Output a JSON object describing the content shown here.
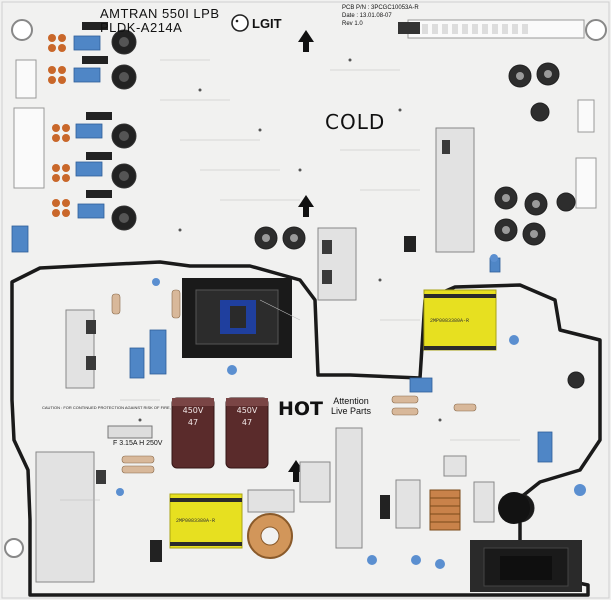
{
  "board": {
    "model": "AMTRAN 550I LPB",
    "part": "PLDK-A214A",
    "logo": "LGIT",
    "pcb_line1": "PCB P/N : 3PCGC10053A-R",
    "pcb_line2": "Date : 13.01.08-07",
    "pcb_line3": "Rev 1.0",
    "cold": "COLD",
    "hot": "HOT",
    "attention_1": "Attention",
    "attention_2": "Live Parts",
    "fuse": "F 3.15A H 250V",
    "caution": "CAUTION : FOR CONTINUED PROTECTION AGAINST RISK OF FIRE,"
  },
  "components": {
    "bulk_cap_1": "450V",
    "bulk_cap_1b": "47",
    "bulk_cap_2": "450V",
    "bulk_cap_2b": "47",
    "transformer_top": "2MP0083380A-R",
    "transformer_bottom": "2MP0083380A-R"
  },
  "colors": {
    "board": "#f1f1f0",
    "trace_border": "#1a1a1a",
    "capacitor_blue": "#4f86c6",
    "bulk_cap": "#5a2b2b",
    "transformer_yellow": "#e7e020",
    "heatsink": "#d8d8d8",
    "coil": "#d2965a"
  }
}
